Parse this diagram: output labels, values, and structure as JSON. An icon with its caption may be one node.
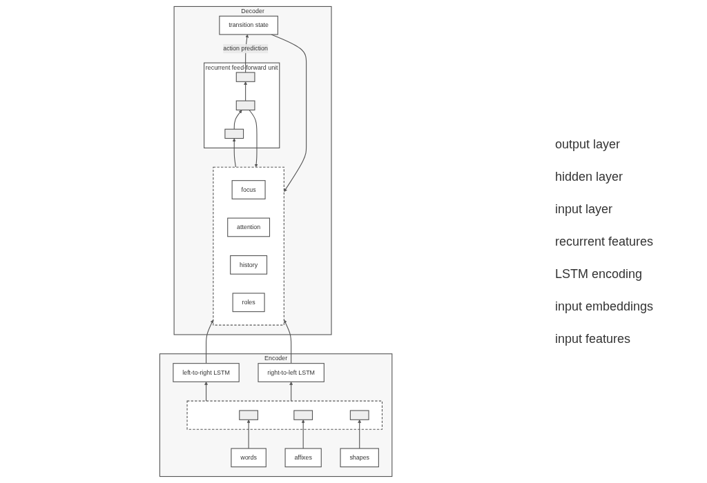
{
  "diagram": {
    "nodes": [
      {
        "text": [
          "Decoder"
        ]
      },
      {
        "text": [
          "recurrent feed-forward unit"
        ],
        "in": 0
      },
      {
        "text": [],
        "shape": "box",
        "in": 1
      },
      {
        "text": [],
        "shape": "box",
        "in": 1
      },
      {
        "text": [],
        "shape": "box",
        "in": 1
      },
      {
        "text": [
          "transition state"
        ],
        "in": 0
      },
      {
        "text": [],
        "shape": "box",
        "in": 0
      },
      {
        "text": [
          "focus"
        ],
        "in": 6
      },
      {
        "text": [
          "attention"
        ],
        "in": 6
      },
      {
        "text": [
          "history"
        ],
        "in": 6
      },
      {
        "text": [
          "roles"
        ],
        "in": 6
      },
      {
        "text": [
          "Encoder"
        ]
      },
      {
        "text": [
          "left-to-right LSTM"
        ],
        "in": 11
      },
      {
        "text": [
          "right-to-left LSTM"
        ],
        "in": 11
      },
      {
        "text": [],
        "shape": "box",
        "in": 11
      },
      {
        "text": [],
        "shape": "box",
        "in": 14
      },
      {
        "text": [],
        "shape": "box",
        "in": 14
      },
      {
        "text": [],
        "shape": "box",
        "in": 14
      },
      {
        "text": [
          "words"
        ],
        "in": 11
      },
      {
        "text": [
          "affixes"
        ],
        "in": 11
      },
      {
        "text": [
          "shapes"
        ],
        "in": 11
      }
    ],
    "edges": [
      {
        "from": 2,
        "to": 5,
        "arrow": "to",
        "label": "action prediction"
      },
      {
        "from": 4,
        "to": 3,
        "arrow": "to"
      },
      {
        "from": 3,
        "to": 2,
        "arrow": "to"
      },
      {
        "from": 3,
        "to": 6,
        "arrow": "to"
      },
      {
        "from": 5,
        "to": 6,
        "arrow": "to"
      },
      {
        "from": 6,
        "to": 4,
        "arrow": "to"
      },
      {
        "from": 12,
        "to": 6,
        "arrow": "to"
      },
      {
        "from": 13,
        "to": 6,
        "arrow": "to"
      },
      {
        "from": 14,
        "to": 12,
        "arrow": "to"
      },
      {
        "from": 14,
        "to": 13,
        "arrow": "to"
      },
      {
        "from": 18,
        "to": 15,
        "arrow": "to"
      },
      {
        "from": 19,
        "to": 16,
        "arrow": "to"
      },
      {
        "from": 20,
        "to": 17,
        "arrow": "to"
      }
    ],
    "labels": [
      "output layer",
      "hidden layer",
      "input layer",
      "recurrent features",
      "LSTM encoding",
      "input embeddings",
      "input features"
    ]
  }
}
